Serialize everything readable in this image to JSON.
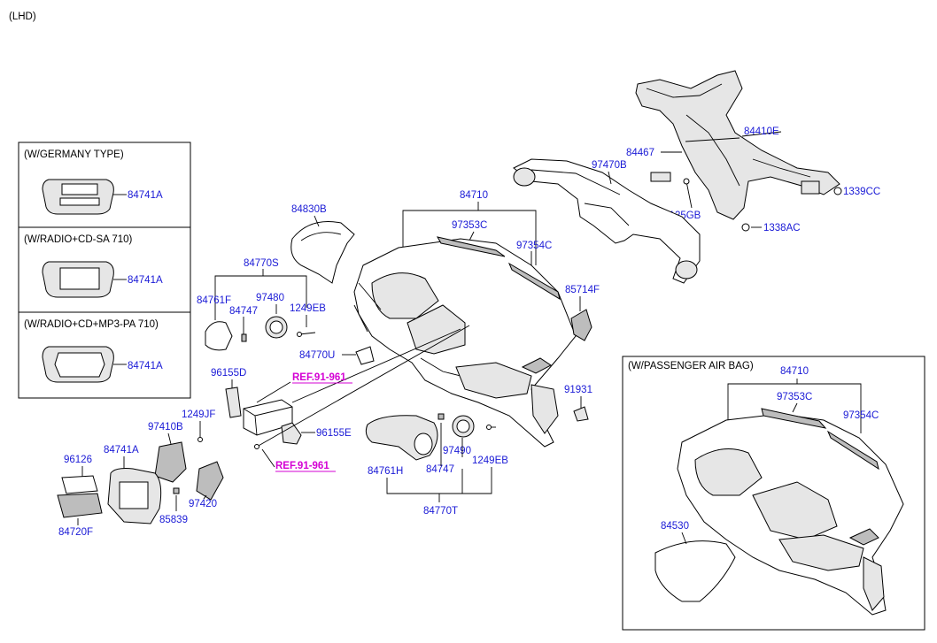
{
  "header": {
    "variant": "(LHD)"
  },
  "inset_left": {
    "options": [
      {
        "caption": "(W/GERMANY TYPE)",
        "part": "84741A"
      },
      {
        "caption": "(W/RADIO+CD-SA 710)",
        "part": "84741A"
      },
      {
        "caption": "(W/RADIO+CD+MP3-PA 710)",
        "part": "84741A"
      }
    ]
  },
  "inset_right": {
    "caption": "(W/PASSENGER AIR BAG)",
    "parts": {
      "panel": "84710",
      "left_trim": "97353C",
      "right_trim": "97354C",
      "airbag_door": "84530"
    }
  },
  "refs": {
    "upper": "REF.91-961",
    "lower": "REF.91-961"
  },
  "parts": {
    "p84410E": "84410E",
    "p84467": "84467",
    "p97470B": "97470B",
    "p1125GB": "1125GB",
    "p1338AC": "1338AC",
    "p1339CC": "1339CC",
    "p84710": "84710",
    "p97353C": "97353C",
    "p97354C": "97354C",
    "p85714F": "85714F",
    "p84830B": "84830B",
    "p84770S": "84770S",
    "p84761F": "84761F",
    "p84747a": "84747",
    "p97480": "97480",
    "p1249EBa": "1249EB",
    "p84770U": "84770U",
    "p96155D": "96155D",
    "p96155E": "96155E",
    "p91931": "91931",
    "p1249JF": "1249JF",
    "p97410B": "97410B",
    "p96126": "96126",
    "p84741A": "84741A",
    "p97420": "97420",
    "p85839": "85839",
    "p84720F": "84720F",
    "p84761H": "84761H",
    "p84747b": "84747",
    "p97490": "97490",
    "p1249EBb": "1249EB",
    "p84770T": "84770T"
  }
}
